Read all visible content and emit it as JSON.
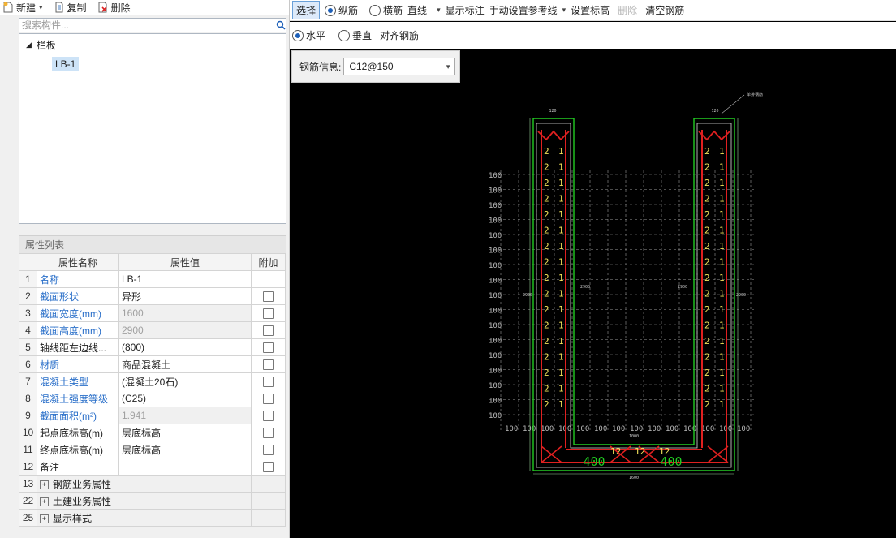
{
  "toolbar_left": {
    "new": "新建",
    "copy": "复制",
    "delete": "删除"
  },
  "search": {
    "placeholder": "搜索构件..."
  },
  "tree": {
    "group": "栏板",
    "item": "LB-1"
  },
  "props": {
    "title": "属性列表",
    "headers": [
      "属性名称",
      "属性值",
      "附加"
    ],
    "rows": [
      {
        "no": "1",
        "name": "名称",
        "value": "LB-1",
        "blue": true,
        "grey": false,
        "cb": false
      },
      {
        "no": "2",
        "name": "截面形状",
        "value": "异形",
        "blue": true,
        "grey": false,
        "cb": true
      },
      {
        "no": "3",
        "name": "截面宽度(mm)",
        "value": "1600",
        "blue": true,
        "grey": true,
        "cb": true
      },
      {
        "no": "4",
        "name": "截面高度(mm)",
        "value": "2900",
        "blue": true,
        "grey": true,
        "cb": true
      },
      {
        "no": "5",
        "name": "轴线距左边线...",
        "value": "(800)",
        "blue": false,
        "grey": false,
        "cb": true
      },
      {
        "no": "6",
        "name": "材质",
        "value": "商品混凝土",
        "blue": true,
        "grey": false,
        "cb": true
      },
      {
        "no": "7",
        "name": "混凝土类型",
        "value": "(混凝土20石)",
        "blue": true,
        "grey": false,
        "cb": true
      },
      {
        "no": "8",
        "name": "混凝土强度等级",
        "value": "(C25)",
        "blue": true,
        "grey": false,
        "cb": true
      },
      {
        "no": "9",
        "name": "截面面积(m²)",
        "value": "1.941",
        "blue": true,
        "grey": true,
        "cb": true
      },
      {
        "no": "10",
        "name": "起点底标高(m)",
        "value": "层底标高",
        "blue": false,
        "grey": false,
        "cb": true
      },
      {
        "no": "11",
        "name": "终点底标高(m)",
        "value": "层底标高",
        "blue": false,
        "grey": false,
        "cb": true
      },
      {
        "no": "12",
        "name": "备注",
        "value": "",
        "blue": false,
        "grey": false,
        "cb": true
      }
    ],
    "groups": [
      {
        "no": "13",
        "name": "钢筋业务属性"
      },
      {
        "no": "22",
        "name": "土建业务属性"
      },
      {
        "no": "25",
        "name": "显示样式"
      }
    ]
  },
  "toolbar_right": {
    "select": "选择",
    "longitudinal": "纵筋",
    "transverse": "横筋",
    "line": "直线",
    "show_label": "显示标注",
    "manual_ref": "手动设置参考线",
    "set_elev": "设置标高",
    "delete": "删除",
    "clear": "清空钢筋",
    "horizontal": "水平",
    "vertical": "垂直",
    "align": "对齐钢筋"
  },
  "rebar": {
    "label": "钢筋信息:",
    "value": "C12@150"
  },
  "drawing": {
    "grid_label": "100",
    "dim_width": "1600",
    "dim_height": "2900",
    "dim_bottom_inner": "1000",
    "dim_top": "120",
    "bottom_seg": "400",
    "bar_num_1": "1",
    "bar_num_2": "2",
    "top_label": "单排钢筋",
    "inner_label": "12"
  },
  "colors": {
    "accent": "#1d5fb8",
    "blue_text": "#2a6fc9",
    "section": "#22cc22",
    "rebar": "#e02020",
    "label": "#f2e25c"
  }
}
